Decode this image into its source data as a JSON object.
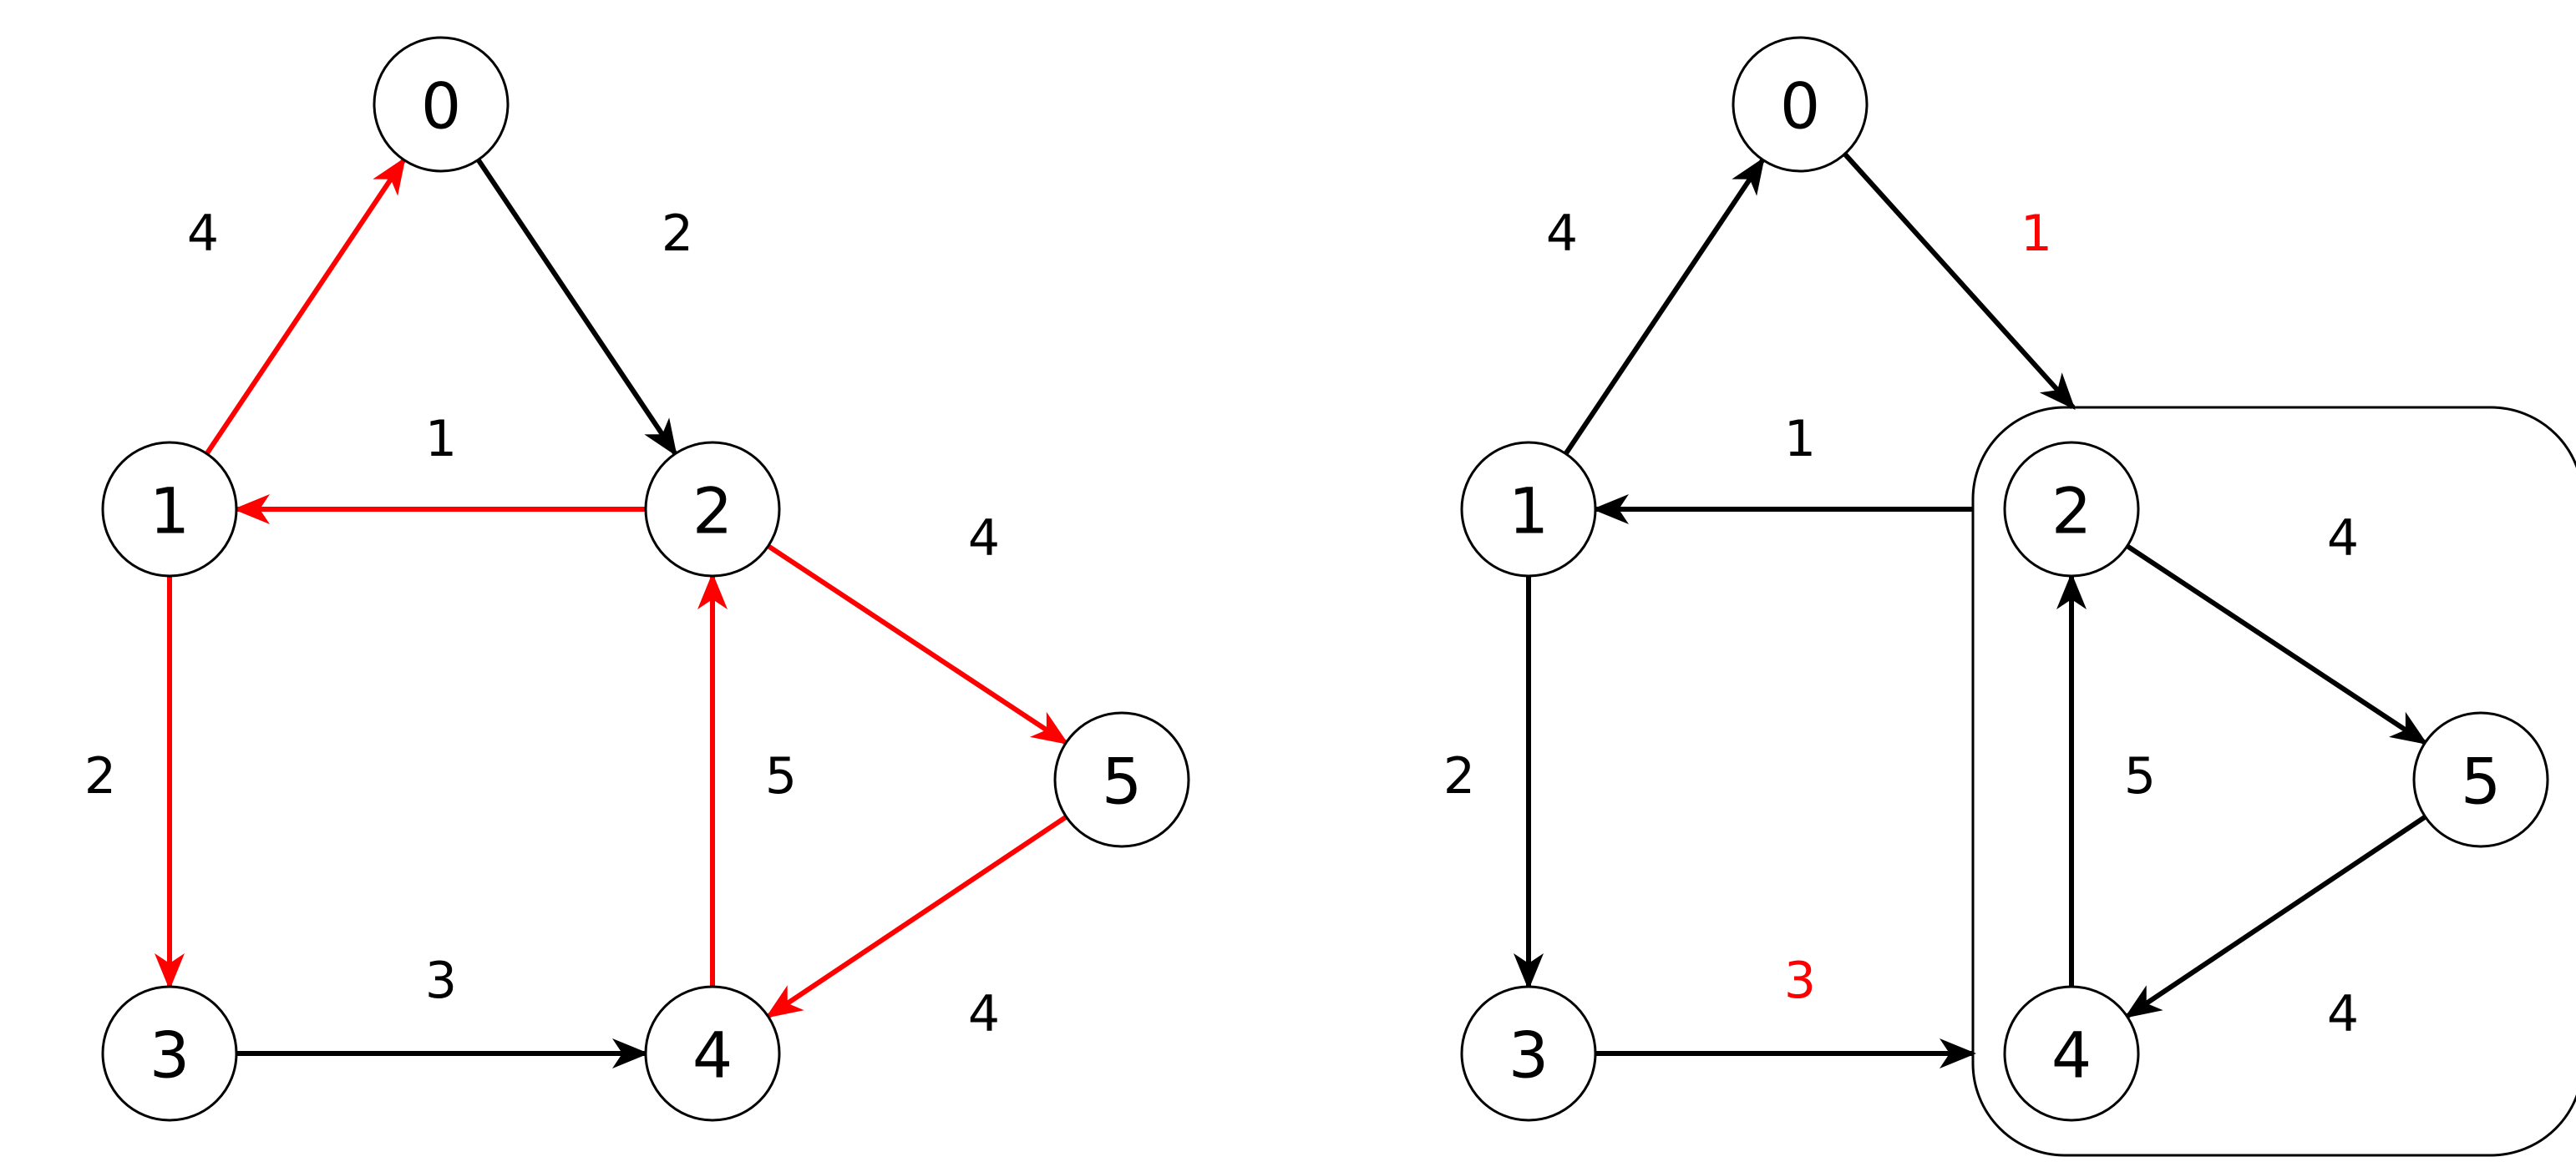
{
  "colors": {
    "default": "#000000",
    "highlight": "#ff0000"
  },
  "graphs": [
    {
      "id": "left",
      "nodes": [
        {
          "id": "0",
          "label": "0"
        },
        {
          "id": "1",
          "label": "1"
        },
        {
          "id": "2",
          "label": "2"
        },
        {
          "id": "3",
          "label": "3"
        },
        {
          "id": "4",
          "label": "4"
        },
        {
          "id": "5",
          "label": "5"
        }
      ],
      "edges": [
        {
          "from": "1",
          "to": "0",
          "weight": "4",
          "highlight": true
        },
        {
          "from": "0",
          "to": "2",
          "weight": "2",
          "highlight": false
        },
        {
          "from": "2",
          "to": "1",
          "weight": "1",
          "highlight": true
        },
        {
          "from": "1",
          "to": "3",
          "weight": "2",
          "highlight": true
        },
        {
          "from": "2",
          "to": "5",
          "weight": "4",
          "highlight": true
        },
        {
          "from": "4",
          "to": "2",
          "weight": "5",
          "highlight": true
        },
        {
          "from": "3",
          "to": "4",
          "weight": "3",
          "highlight": false
        },
        {
          "from": "5",
          "to": "4",
          "weight": "4",
          "highlight": true
        }
      ]
    },
    {
      "id": "right",
      "nodes": [
        {
          "id": "0",
          "label": "0"
        },
        {
          "id": "1",
          "label": "1"
        },
        {
          "id": "2",
          "label": "2"
        },
        {
          "id": "3",
          "label": "3"
        },
        {
          "id": "4",
          "label": "4"
        },
        {
          "id": "5",
          "label": "5"
        }
      ],
      "edges": [
        {
          "from": "1",
          "to": "0",
          "weight": "4",
          "highlight": false,
          "weight_highlight": false
        },
        {
          "from": "0",
          "to": "group",
          "weight": "1",
          "highlight": false,
          "weight_highlight": true
        },
        {
          "from": "group",
          "to": "1",
          "weight": "1",
          "highlight": false,
          "weight_highlight": false
        },
        {
          "from": "1",
          "to": "3",
          "weight": "2",
          "highlight": false,
          "weight_highlight": false
        },
        {
          "from": "3",
          "to": "group",
          "weight": "3",
          "highlight": false,
          "weight_highlight": true
        },
        {
          "from": "2",
          "to": "5",
          "weight": "4",
          "highlight": false,
          "weight_highlight": false
        },
        {
          "from": "4",
          "to": "2",
          "weight": "5",
          "highlight": false,
          "weight_highlight": false
        },
        {
          "from": "5",
          "to": "4",
          "weight": "4",
          "highlight": false,
          "weight_highlight": false
        }
      ],
      "group": {
        "members": [
          "2",
          "4",
          "5"
        ]
      }
    }
  ]
}
